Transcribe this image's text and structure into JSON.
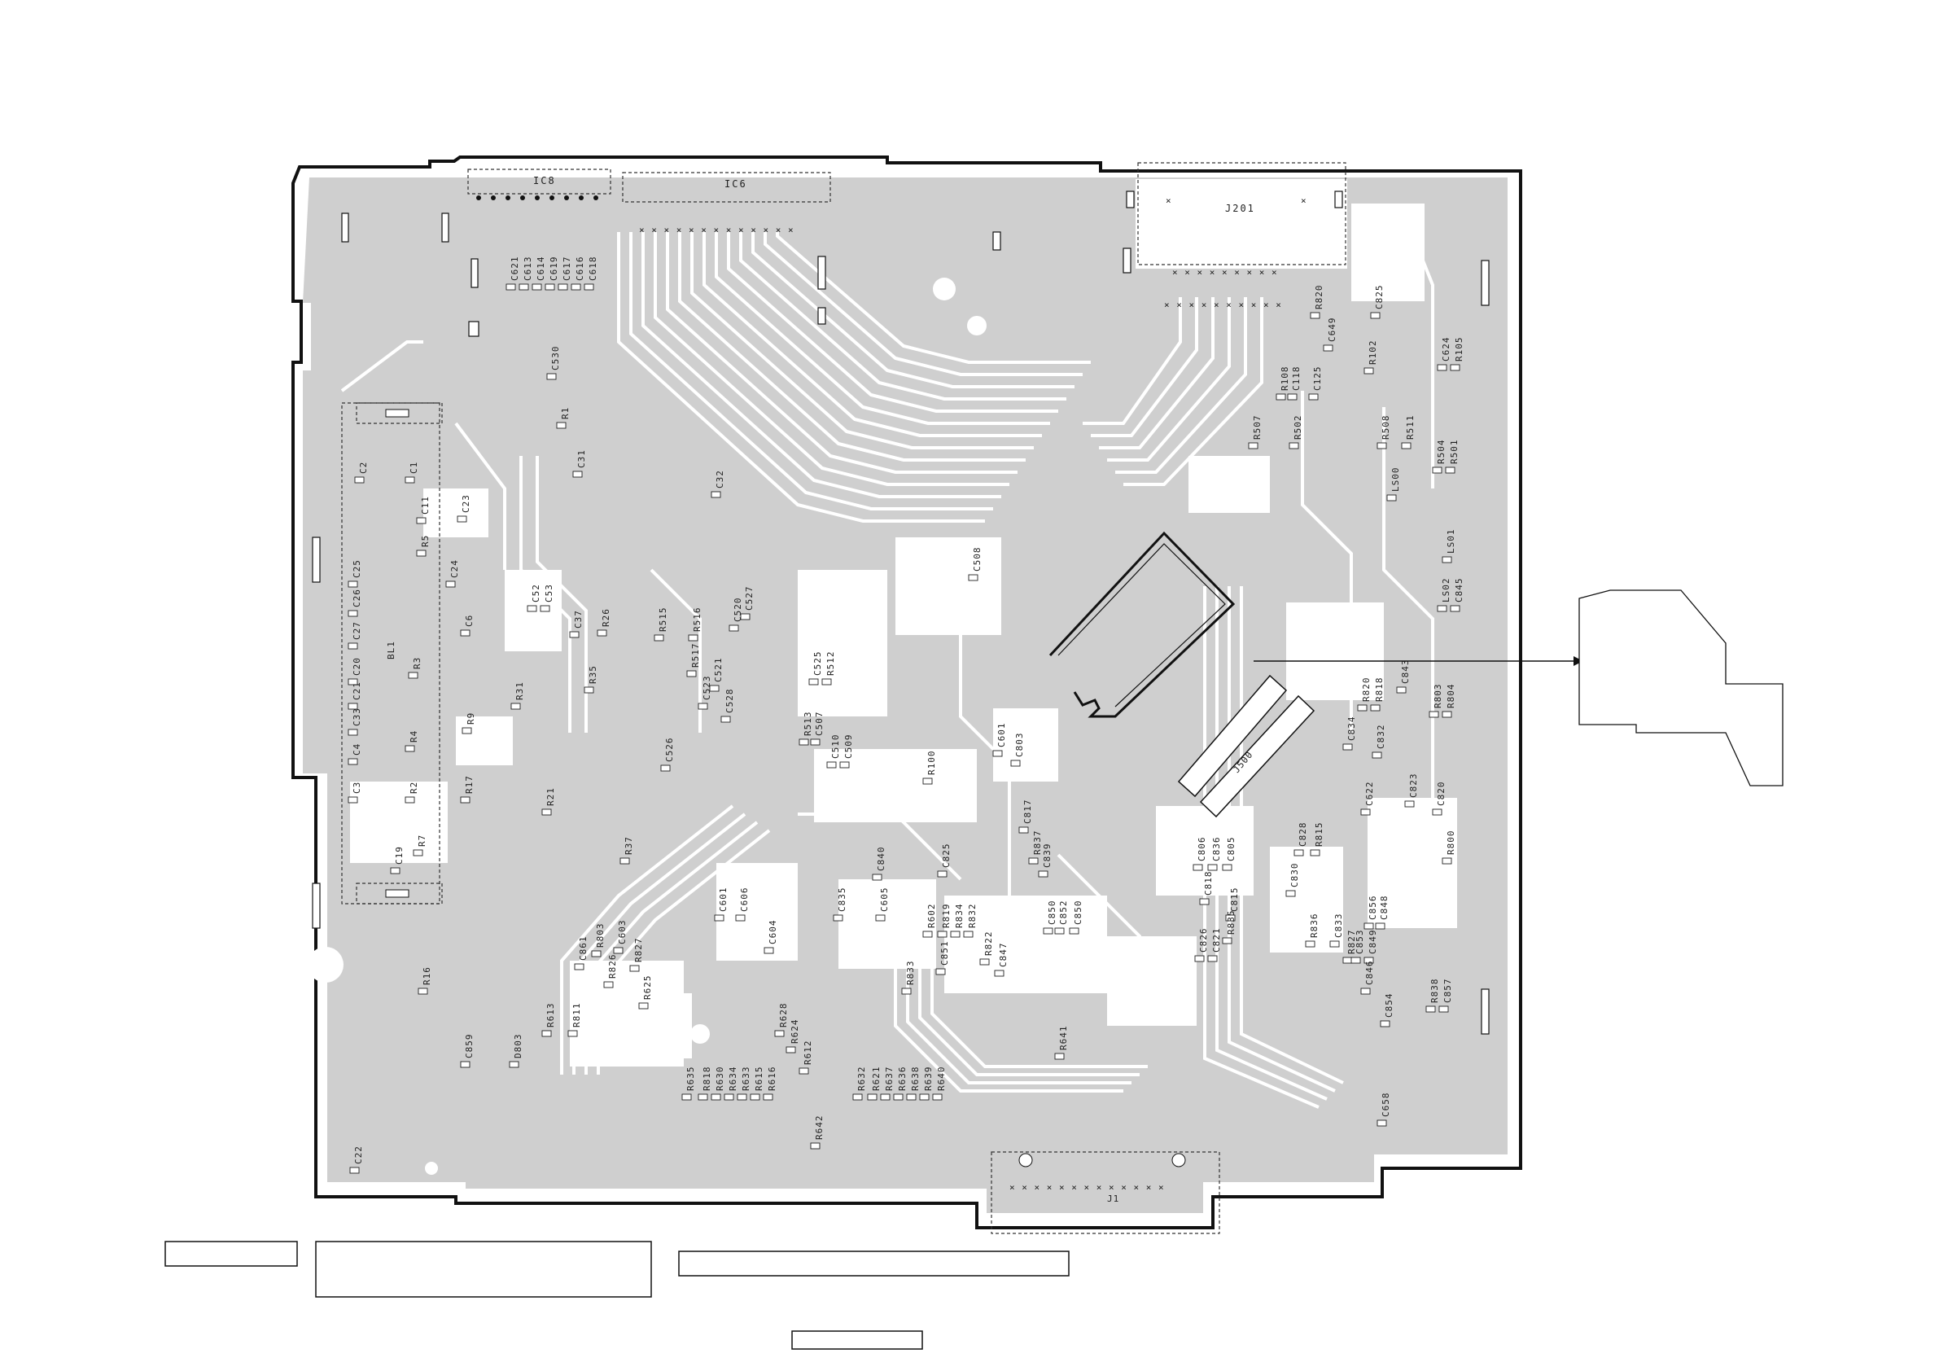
{
  "board": {
    "connectors": {
      "ic8": "IC8",
      "ic6": "IC6",
      "j201": "J201",
      "j500": "J500",
      "j1": "J1",
      "bl1": "BL1"
    },
    "labels": [
      {
        "t": "C621"
      },
      {
        "t": "C613"
      },
      {
        "t": "C614"
      },
      {
        "t": "C619"
      },
      {
        "t": "C617"
      },
      {
        "t": "C616"
      },
      {
        "t": "C618"
      },
      {
        "t": "C530"
      },
      {
        "t": "R1"
      },
      {
        "t": "C31"
      },
      {
        "t": "C32"
      },
      {
        "t": "C2"
      },
      {
        "t": "C1"
      },
      {
        "t": "C11"
      },
      {
        "t": "C23"
      },
      {
        "t": "R5"
      },
      {
        "t": "C25"
      },
      {
        "t": "C24"
      },
      {
        "t": "C26"
      },
      {
        "t": "C52"
      },
      {
        "t": "C53"
      },
      {
        "t": "C27"
      },
      {
        "t": "C37"
      },
      {
        "t": "R26"
      },
      {
        "t": "C6"
      },
      {
        "t": "C20"
      },
      {
        "t": "R3"
      },
      {
        "t": "C21"
      },
      {
        "t": "R31"
      },
      {
        "t": "R35"
      },
      {
        "t": "C33"
      },
      {
        "t": "R9"
      },
      {
        "t": "C4"
      },
      {
        "t": "R4"
      },
      {
        "t": "C3"
      },
      {
        "t": "R2"
      },
      {
        "t": "R17"
      },
      {
        "t": "R21"
      },
      {
        "t": "R7"
      },
      {
        "t": "C19"
      },
      {
        "t": "R37"
      },
      {
        "t": "R16"
      },
      {
        "t": "C22"
      },
      {
        "t": "R515"
      },
      {
        "t": "R516"
      },
      {
        "t": "R517"
      },
      {
        "t": "C523"
      },
      {
        "t": "C521"
      },
      {
        "t": "C520"
      },
      {
        "t": "C527"
      },
      {
        "t": "C528"
      },
      {
        "t": "C526"
      },
      {
        "t": "C525"
      },
      {
        "t": "R512"
      },
      {
        "t": "R513"
      },
      {
        "t": "C507"
      },
      {
        "t": "C510"
      },
      {
        "t": "C509"
      },
      {
        "t": "C508"
      },
      {
        "t": "R100"
      },
      {
        "t": "C601"
      },
      {
        "t": "C803"
      },
      {
        "t": "C817"
      },
      {
        "t": "C825"
      },
      {
        "t": "C840"
      },
      {
        "t": "R837"
      },
      {
        "t": "C839"
      },
      {
        "t": "C835"
      },
      {
        "t": "C605"
      },
      {
        "t": "C601"
      },
      {
        "t": "C606"
      },
      {
        "t": "C604"
      },
      {
        "t": "R602"
      },
      {
        "t": "R819"
      },
      {
        "t": "R834"
      },
      {
        "t": "R832"
      },
      {
        "t": "C850"
      },
      {
        "t": "C852"
      },
      {
        "t": "C850"
      },
      {
        "t": "C851"
      },
      {
        "t": "R822"
      },
      {
        "t": "C847"
      },
      {
        "t": "R833"
      },
      {
        "t": "C861"
      },
      {
        "t": "R803"
      },
      {
        "t": "C603"
      },
      {
        "t": "R826"
      },
      {
        "t": "R827"
      },
      {
        "t": "R625"
      },
      {
        "t": "R613"
      },
      {
        "t": "R811"
      },
      {
        "t": "R628"
      },
      {
        "t": "R624"
      },
      {
        "t": "R612"
      },
      {
        "t": "R635"
      },
      {
        "t": "R818"
      },
      {
        "t": "R630"
      },
      {
        "t": "R634"
      },
      {
        "t": "R633"
      },
      {
        "t": "R615"
      },
      {
        "t": "R616"
      },
      {
        "t": "R632"
      },
      {
        "t": "R621"
      },
      {
        "t": "R637"
      },
      {
        "t": "R636"
      },
      {
        "t": "R638"
      },
      {
        "t": "R639"
      },
      {
        "t": "R640"
      },
      {
        "t": "R642"
      },
      {
        "t": "R641"
      },
      {
        "t": "R820"
      },
      {
        "t": "C825"
      },
      {
        "t": "C649"
      },
      {
        "t": "R102"
      },
      {
        "t": "C125"
      },
      {
        "t": "C624"
      },
      {
        "t": "R105"
      },
      {
        "t": "R108"
      },
      {
        "t": "C118"
      },
      {
        "t": "R508"
      },
      {
        "t": "R511"
      },
      {
        "t": "R507"
      },
      {
        "t": "R502"
      },
      {
        "t": "R504"
      },
      {
        "t": "R501"
      },
      {
        "t": "LS00"
      },
      {
        "t": "LS01"
      },
      {
        "t": "LS02"
      },
      {
        "t": "C845"
      },
      {
        "t": "C843"
      },
      {
        "t": "R820"
      },
      {
        "t": "R818"
      },
      {
        "t": "R803"
      },
      {
        "t": "R804"
      },
      {
        "t": "C834"
      },
      {
        "t": "C832"
      },
      {
        "t": "C622"
      },
      {
        "t": "C823"
      },
      {
        "t": "C820"
      },
      {
        "t": "C828"
      },
      {
        "t": "R815"
      },
      {
        "t": "R800"
      },
      {
        "t": "C806"
      },
      {
        "t": "C836"
      },
      {
        "t": "C805"
      },
      {
        "t": "C818"
      },
      {
        "t": "C815"
      },
      {
        "t": "C830"
      },
      {
        "t": "C826"
      },
      {
        "t": "C821"
      },
      {
        "t": "R835"
      },
      {
        "t": "R836"
      },
      {
        "t": "C833"
      },
      {
        "t": "C856"
      },
      {
        "t": "R827"
      },
      {
        "t": "C853"
      },
      {
        "t": "C849"
      },
      {
        "t": "C848"
      },
      {
        "t": "C846"
      },
      {
        "t": "C854"
      },
      {
        "t": "R838"
      },
      {
        "t": "C857"
      },
      {
        "t": "C658"
      },
      {
        "t": "C859"
      },
      {
        "t": "D803"
      }
    ]
  }
}
